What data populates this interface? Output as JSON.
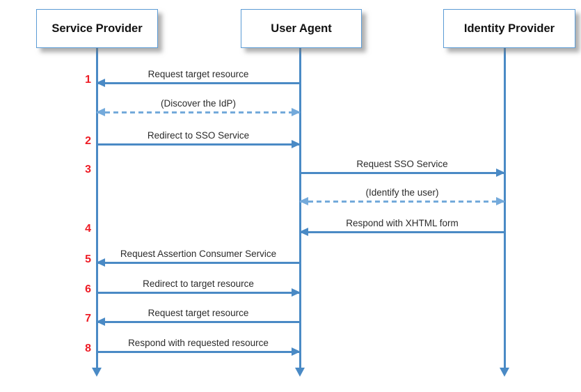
{
  "actors": [
    {
      "label": "Service Provider"
    },
    {
      "label": "User Agent"
    },
    {
      "label": "Identity Provider"
    }
  ],
  "messages": [
    {
      "number": "1",
      "label": "Request target resource",
      "from": "User Agent",
      "to": "Service Provider",
      "line": "solid"
    },
    {
      "label": "(Discover the IdP)",
      "from": "Service Provider",
      "to": "User Agent",
      "line": "dashed",
      "bidirectional": true
    },
    {
      "number": "2",
      "label": "Redirect to SSO Service",
      "from": "Service Provider",
      "to": "User Agent",
      "line": "solid"
    },
    {
      "number": "3",
      "label": "Request SSO Service",
      "from": "User Agent",
      "to": "Identity Provider",
      "line": "solid"
    },
    {
      "label": "(Identify the user)",
      "from": "User Agent",
      "to": "Identity Provider",
      "line": "dashed",
      "bidirectional": true
    },
    {
      "number": "4",
      "label": "Respond with XHTML form",
      "from": "Identity Provider",
      "to": "User Agent",
      "line": "solid"
    },
    {
      "number": "5",
      "label": "Request Assertion Consumer Service",
      "from": "User Agent",
      "to": "Service Provider",
      "line": "solid"
    },
    {
      "number": "6",
      "label": "Redirect to target resource",
      "from": "Service Provider",
      "to": "User Agent",
      "line": "solid"
    },
    {
      "number": "7",
      "label": "Request target resource",
      "from": "User Agent",
      "to": "Service Provider",
      "line": "solid"
    },
    {
      "number": "8",
      "label": "Respond with requested resource",
      "from": "Service Provider",
      "to": "User Agent",
      "line": "solid"
    }
  ],
  "colors": {
    "line": "#4a8ac5",
    "dash": "#74aadb",
    "box-border": "#5b9bd5",
    "number": "#ee1c25",
    "label-text": "#2b2b2b",
    "actor-text": "#121212"
  }
}
